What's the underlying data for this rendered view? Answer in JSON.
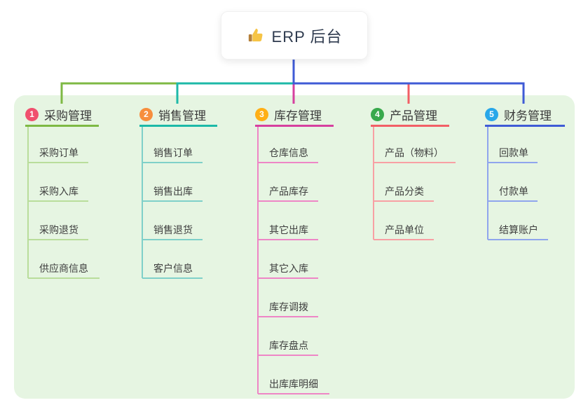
{
  "root": {
    "label": "ERP 后台",
    "icon": "thumbs-up-icon"
  },
  "colors": {
    "background_panel": "#e6f5e2",
    "root_text": "#2e3a4e",
    "header_text": "#3a3a3a",
    "child_text": "#3e3e3e"
  },
  "branches": [
    {
      "index": "1",
      "label": "采购管理",
      "badge_color": "#f0506e",
      "line_color": "#7eb944",
      "child_line_color": "#b9dd9b",
      "children": [
        "采购订单",
        "采购入库",
        "采购退货",
        "供应商信息"
      ]
    },
    {
      "index": "2",
      "label": "销售管理",
      "badge_color": "#f78e3d",
      "line_color": "#1db9a8",
      "child_line_color": "#7fd0c9",
      "children": [
        "销售订单",
        "销售出库",
        "销售退货",
        "客户信息"
      ]
    },
    {
      "index": "3",
      "label": "库存管理",
      "badge_color": "#ffaf16",
      "line_color": "#d6409f",
      "child_line_color": "#ee86c6",
      "children": [
        "仓库信息",
        "产品库存",
        "其它出库",
        "其它入库",
        "库存调拨",
        "库存盘点",
        "出库库明细"
      ]
    },
    {
      "index": "4",
      "label": "产品管理",
      "badge_color": "#38a94c",
      "line_color": "#f25f66",
      "child_line_color": "#f8a0a4",
      "children": [
        "产品（物料）",
        "产品分类",
        "产品单位"
      ]
    },
    {
      "index": "5",
      "label": "财务管理",
      "badge_color": "#28a7e9",
      "line_color": "#3f5bd6",
      "child_line_color": "#8fa5ed",
      "children": [
        "回款单",
        "付款单",
        "结算账户"
      ]
    }
  ]
}
